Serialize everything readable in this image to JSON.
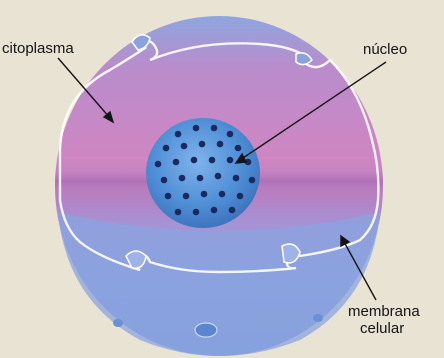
{
  "figure": {
    "labels": {
      "citoplasma": "citoplasma",
      "nucleo": "núcleo",
      "membrana_line1": "membrana",
      "membrana_line2": "celular"
    },
    "colors": {
      "background": "#e9e3d4",
      "cytoplasm_upper": "#c77bb8",
      "cytoplasm_lower": "#8aa3df",
      "nucleus": "#4f8fd6",
      "chromatin_dots": "#1a2a60",
      "membrane_outline": "#ffffff",
      "label_text": "#141414"
    }
  }
}
